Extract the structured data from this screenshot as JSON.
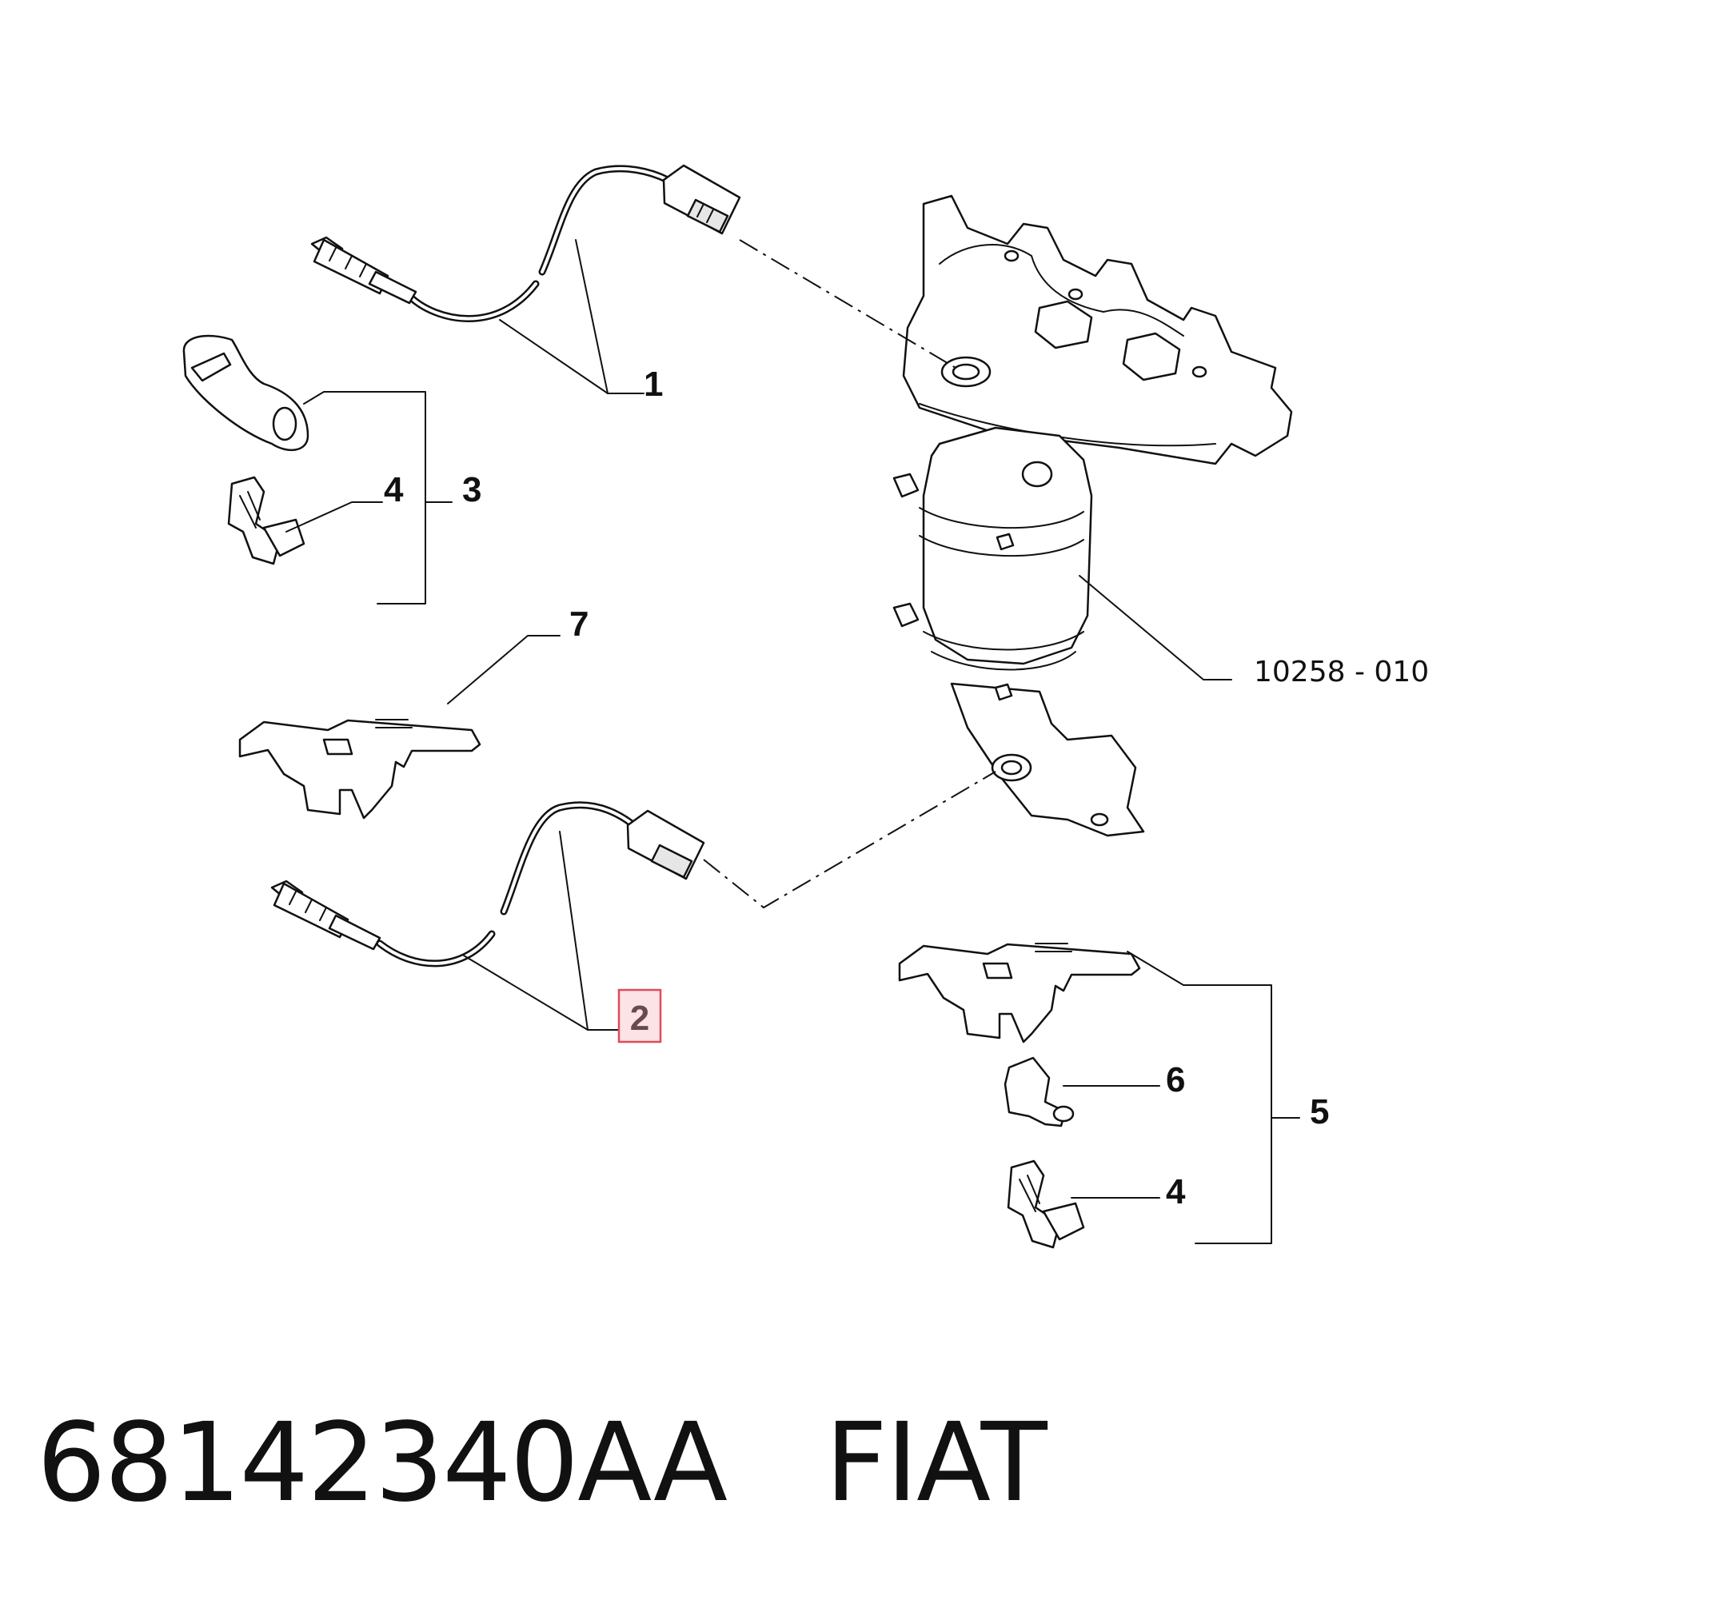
{
  "callouts": {
    "c1": "1",
    "c2": "2",
    "c3": "3",
    "c4_top": "4",
    "c4_bottom": "4",
    "c5": "5",
    "c6": "6",
    "c7": "7",
    "catalytic": "10258 - 010"
  },
  "highlight": {
    "color": "#e04b5a",
    "item": "2"
  },
  "caption": {
    "part_number": "68142340AA",
    "brand": "FIAT"
  }
}
